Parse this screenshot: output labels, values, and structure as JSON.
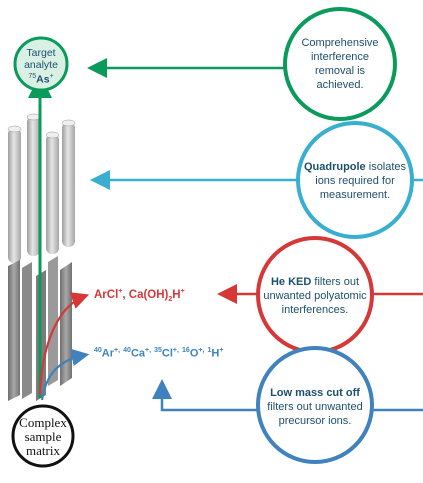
{
  "nodes": {
    "target": {
      "line1": "Target",
      "line2": "analyte",
      "line3_sup": "75",
      "line3": "As",
      "line3_charge": "+"
    },
    "complex": {
      "line1": "Complex",
      "line2": "sample",
      "line3": "matrix"
    }
  },
  "steps": {
    "removal": {
      "line1": "Comprehensive",
      "line2": "interference",
      "line3": "removal is",
      "line4": "achieved."
    },
    "quadrupole": {
      "bold": "Quadrupole",
      "line1_rest": " isolates",
      "line2": "ions required for",
      "line3": "measurement."
    },
    "ked": {
      "bold": "He KED",
      "line1_rest": " filters out",
      "line2": "unwanted polyatomic",
      "line3": "interferences."
    },
    "lowmass": {
      "bold1": "Low mass cut off",
      "line2": "filters out unwanted",
      "line3": "precursor ions."
    }
  },
  "labels": {
    "polyatomic": {
      "a": "ArCl",
      "a_charge": "+",
      "b": ", Ca(OH)",
      "b_sub": "2",
      "c": "H",
      "c_charge": "+"
    },
    "precursor": {
      "ar_sup": "40",
      "ar": "Ar",
      "ar_charge": "+,",
      "ca_sup": "40",
      "ca": "Ca",
      "ca_charge": "+,",
      "cl_sup": "35",
      "cl": "Cl",
      "cl_charge": "+,",
      "o_sup": "16",
      "o": "O",
      "o_charge": "+,",
      "h_sup": "1",
      "h": "H",
      "h_charge": "+"
    }
  },
  "colors": {
    "green": "#0a9a5b",
    "cyan": "#38afd0",
    "red": "#d63838",
    "blue": "#3f82bd",
    "navy": "#1d4f6e",
    "rod": "#c9c9c9",
    "rod_dark": "#7d7d7d"
  }
}
